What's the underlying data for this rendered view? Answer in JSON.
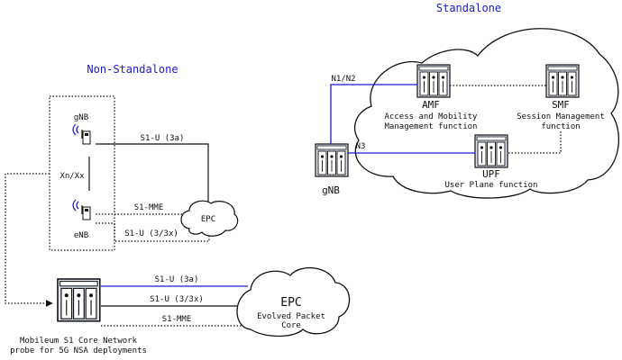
{
  "titles": {
    "non_standalone": "Non-Standalone",
    "standalone": "Standalone"
  },
  "nsa": {
    "gnb_label": "gNB",
    "enb_label": "eNB",
    "xn_label": "Xn/Xx",
    "s1u_3a": "S1-U (3a)",
    "s1_mme": "S1-MME",
    "s1u_33x": "S1-U (3/3x)",
    "epc_label": "EPC"
  },
  "probe": {
    "caption_line1": "Mobileum S1 Core Network",
    "caption_line2": "probe for 5G NSA deployments",
    "s1u_3a": "S1-U (3a)",
    "s1u_33x": "S1-U (3/3x)",
    "s1_mme": "S1-MME",
    "epc_title": "EPC",
    "epc_sub1": "Evolved Packet",
    "epc_sub2": "Core"
  },
  "sa": {
    "n1n2": "N1/N2",
    "n3": "N3",
    "gnb_label": "gNB",
    "amf_title": "AMF",
    "amf_sub1": "Access and Mobility",
    "amf_sub2": "Management function",
    "smf_title": "SMF",
    "smf_sub1": "Session Management",
    "smf_sub2": "function",
    "upf_title": "UPF",
    "upf_sub1": "User Plane function"
  },
  "colors": {
    "link_blue": "#1a1acc",
    "line_dark": "#111111",
    "device_fill": "#dde6f0"
  }
}
